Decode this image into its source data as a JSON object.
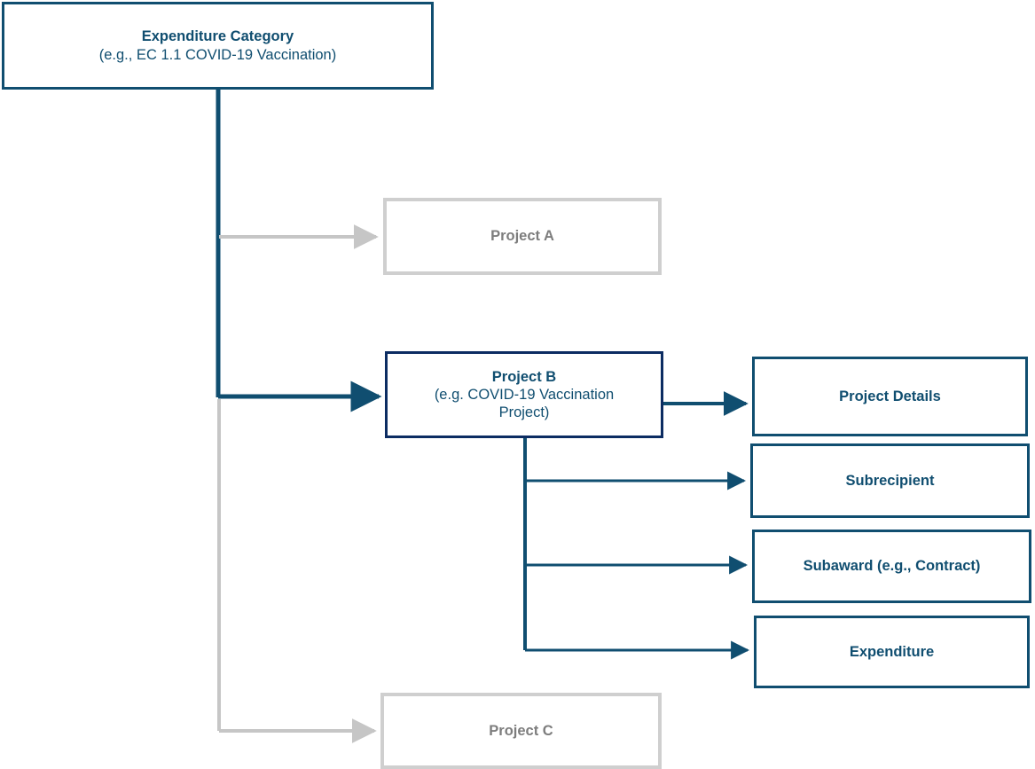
{
  "diagram": {
    "type": "hierarchy-flowchart",
    "title": "Expenditure Category to Project reporting hierarchy",
    "colors": {
      "primary_blue": "#104e70",
      "active_navy": "#0c2c62",
      "muted_gray_border": "#cfcfcf",
      "muted_gray_text": "#7d7d7d",
      "background": "#ffffff"
    },
    "nodes": {
      "expenditure_category": {
        "title": "Expenditure Category",
        "subtitle": "(e.g., EC 1.1 COVID-19 Vaccination)",
        "state": "active"
      },
      "project_a": {
        "title": "Project A",
        "state": "muted"
      },
      "project_b": {
        "title": "Project B",
        "subtitle_line1": "(e.g. COVID-19 Vaccination",
        "subtitle_line2": "Project)",
        "state": "highlighted"
      },
      "project_c": {
        "title": "Project C",
        "state": "muted"
      },
      "project_details": {
        "title": "Project Details",
        "state": "active"
      },
      "subrecipient": {
        "title": "Subrecipient",
        "state": "active"
      },
      "subaward": {
        "title": "Subaward (e.g., Contract)",
        "state": "active"
      },
      "expenditure": {
        "title": "Expenditure",
        "state": "active"
      }
    },
    "edges": [
      {
        "from": "expenditure_category",
        "to": "project_a",
        "style": "muted",
        "arrow": true
      },
      {
        "from": "expenditure_category",
        "to": "project_b",
        "style": "active",
        "arrow": true
      },
      {
        "from": "expenditure_category",
        "to": "project_c",
        "style": "muted",
        "arrow": true
      },
      {
        "from": "project_b",
        "to": "project_details",
        "style": "active",
        "arrow": true
      },
      {
        "from": "project_b",
        "to": "subrecipient",
        "style": "active",
        "arrow": true
      },
      {
        "from": "project_b",
        "to": "subaward",
        "style": "active",
        "arrow": true
      },
      {
        "from": "project_b",
        "to": "expenditure",
        "style": "active",
        "arrow": true
      }
    ]
  }
}
